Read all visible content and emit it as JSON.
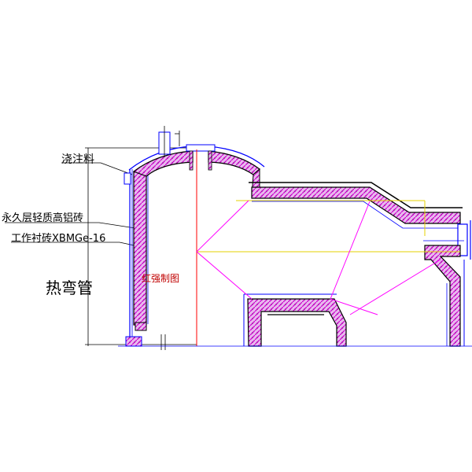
{
  "labels": {
    "castable": "浇注料",
    "permanent_layer": "永久层轻质高铝砖",
    "working_lining": "工作衬砖XBMGe-16",
    "title": "热弯管",
    "author_mark": "红强制图"
  },
  "colors": {
    "outline": "#0000ff",
    "lining_fill": "#e8b8ee",
    "lining_hatch": "#cc00cc",
    "dark_edge": "#000000",
    "center_line": "#ff0000",
    "magenta_line": "#ff00ff",
    "yellow_line": "#e6d000",
    "leader_line": "#000000"
  },
  "icons": [
    "lining-hatch-pattern",
    "leader-line",
    "dimension-line"
  ]
}
